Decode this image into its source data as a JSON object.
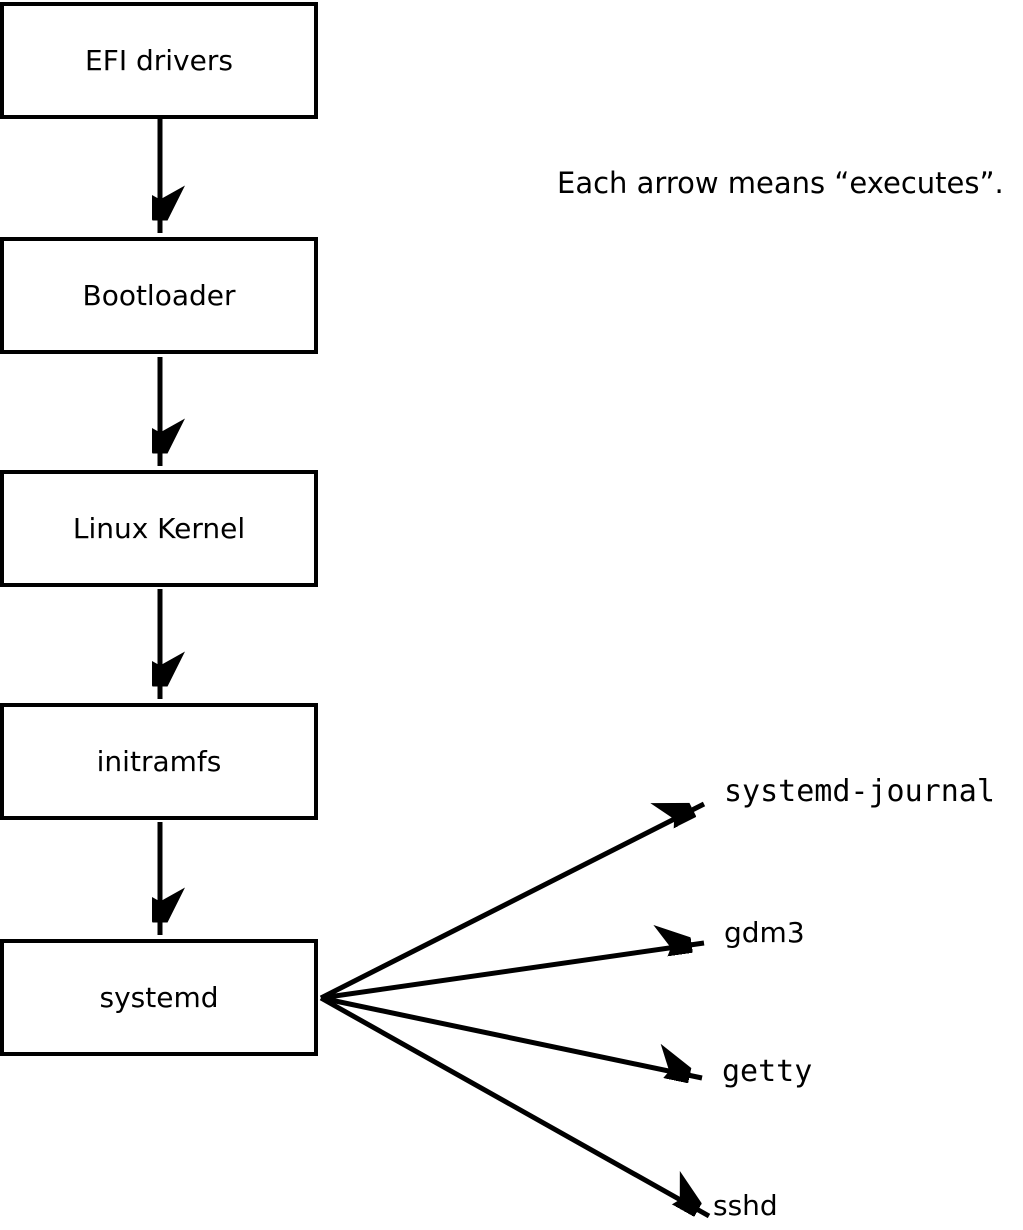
{
  "diagram": {
    "title_note": "Each arrow means “executes”.",
    "colors": {
      "background": "#ffffff",
      "line": "#000000",
      "box_fill": "#ffffff"
    },
    "boot_chain": [
      {
        "id": "efi-drivers",
        "label": "EFI drivers"
      },
      {
        "id": "bootloader",
        "label": "Bootloader"
      },
      {
        "id": "linux-kernel",
        "label": "Linux Kernel"
      },
      {
        "id": "initramfs",
        "label": "initramfs"
      },
      {
        "id": "systemd",
        "label": "systemd"
      }
    ],
    "spawned_processes": [
      {
        "id": "systemd-journal",
        "label": "systemd-journal"
      },
      {
        "id": "gdm3",
        "label": "gdm3"
      },
      {
        "id": "getty",
        "label": "getty"
      },
      {
        "id": "sshd",
        "label": "sshd"
      }
    ],
    "edges": [
      {
        "from": "EFI drivers",
        "to": "Bootloader",
        "meaning": "executes"
      },
      {
        "from": "Bootloader",
        "to": "Linux Kernel",
        "meaning": "executes"
      },
      {
        "from": "Linux Kernel",
        "to": "initramfs",
        "meaning": "executes"
      },
      {
        "from": "initramfs",
        "to": "systemd",
        "meaning": "executes"
      },
      {
        "from": "systemd",
        "to": "systemd-journal",
        "meaning": "executes"
      },
      {
        "from": "systemd",
        "to": "gdm3",
        "meaning": "executes"
      },
      {
        "from": "systemd",
        "to": "getty",
        "meaning": "executes"
      },
      {
        "from": "systemd",
        "to": "sshd",
        "meaning": "executes"
      }
    ]
  }
}
